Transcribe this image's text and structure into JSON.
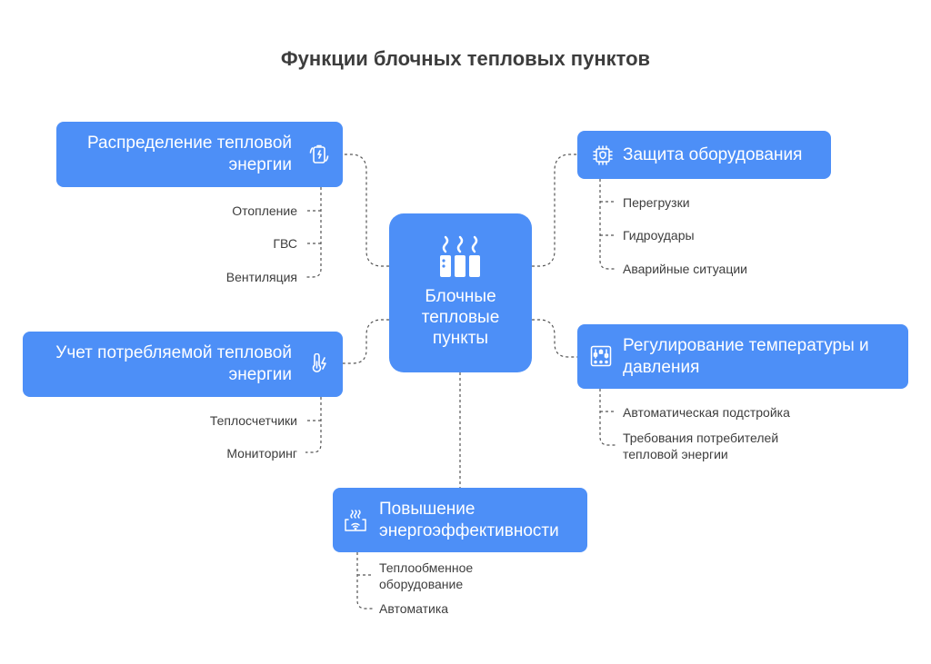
{
  "title": "Функции блочных тепловых пунктов",
  "center": {
    "lines": [
      "Блочные",
      "тепловые",
      "пункты"
    ],
    "icon": "radiator-heat-icon"
  },
  "nodes": {
    "distribution": {
      "lines": [
        "Распределение тепловой",
        "энергии"
      ],
      "icon": "battery-cycle-icon",
      "items": [
        "Отопление",
        "ГВС",
        "Вентиляция"
      ]
    },
    "accounting": {
      "lines": [
        "Учет потребляемой тепловой",
        "энергии"
      ],
      "icon": "thermometer-bolt-icon",
      "items": [
        "Теплосчетчики",
        "Мониторинг"
      ]
    },
    "protection": {
      "lines": [
        "Защита оборудования"
      ],
      "icon": "chip-shield-icon",
      "items": [
        "Перегрузки",
        "Гидроудары",
        "Аварийные ситуации"
      ]
    },
    "regulation": {
      "lines": [
        "Регулирование температуры и",
        "давления"
      ],
      "icon": "sliders-icon",
      "items": [
        "Автоматическая подстройка",
        "Требования потребителей",
        "тепловой энергии"
      ]
    },
    "efficiency": {
      "lines": [
        "Повышение",
        "энергоэффективности"
      ],
      "icon": "smart-heater-icon",
      "items": [
        "Теплообменное",
        "оборудование",
        "Автоматика"
      ]
    }
  },
  "colors": {
    "node": "#4d8ff7",
    "text": "#3d3d3d",
    "connector": "#555555"
  }
}
